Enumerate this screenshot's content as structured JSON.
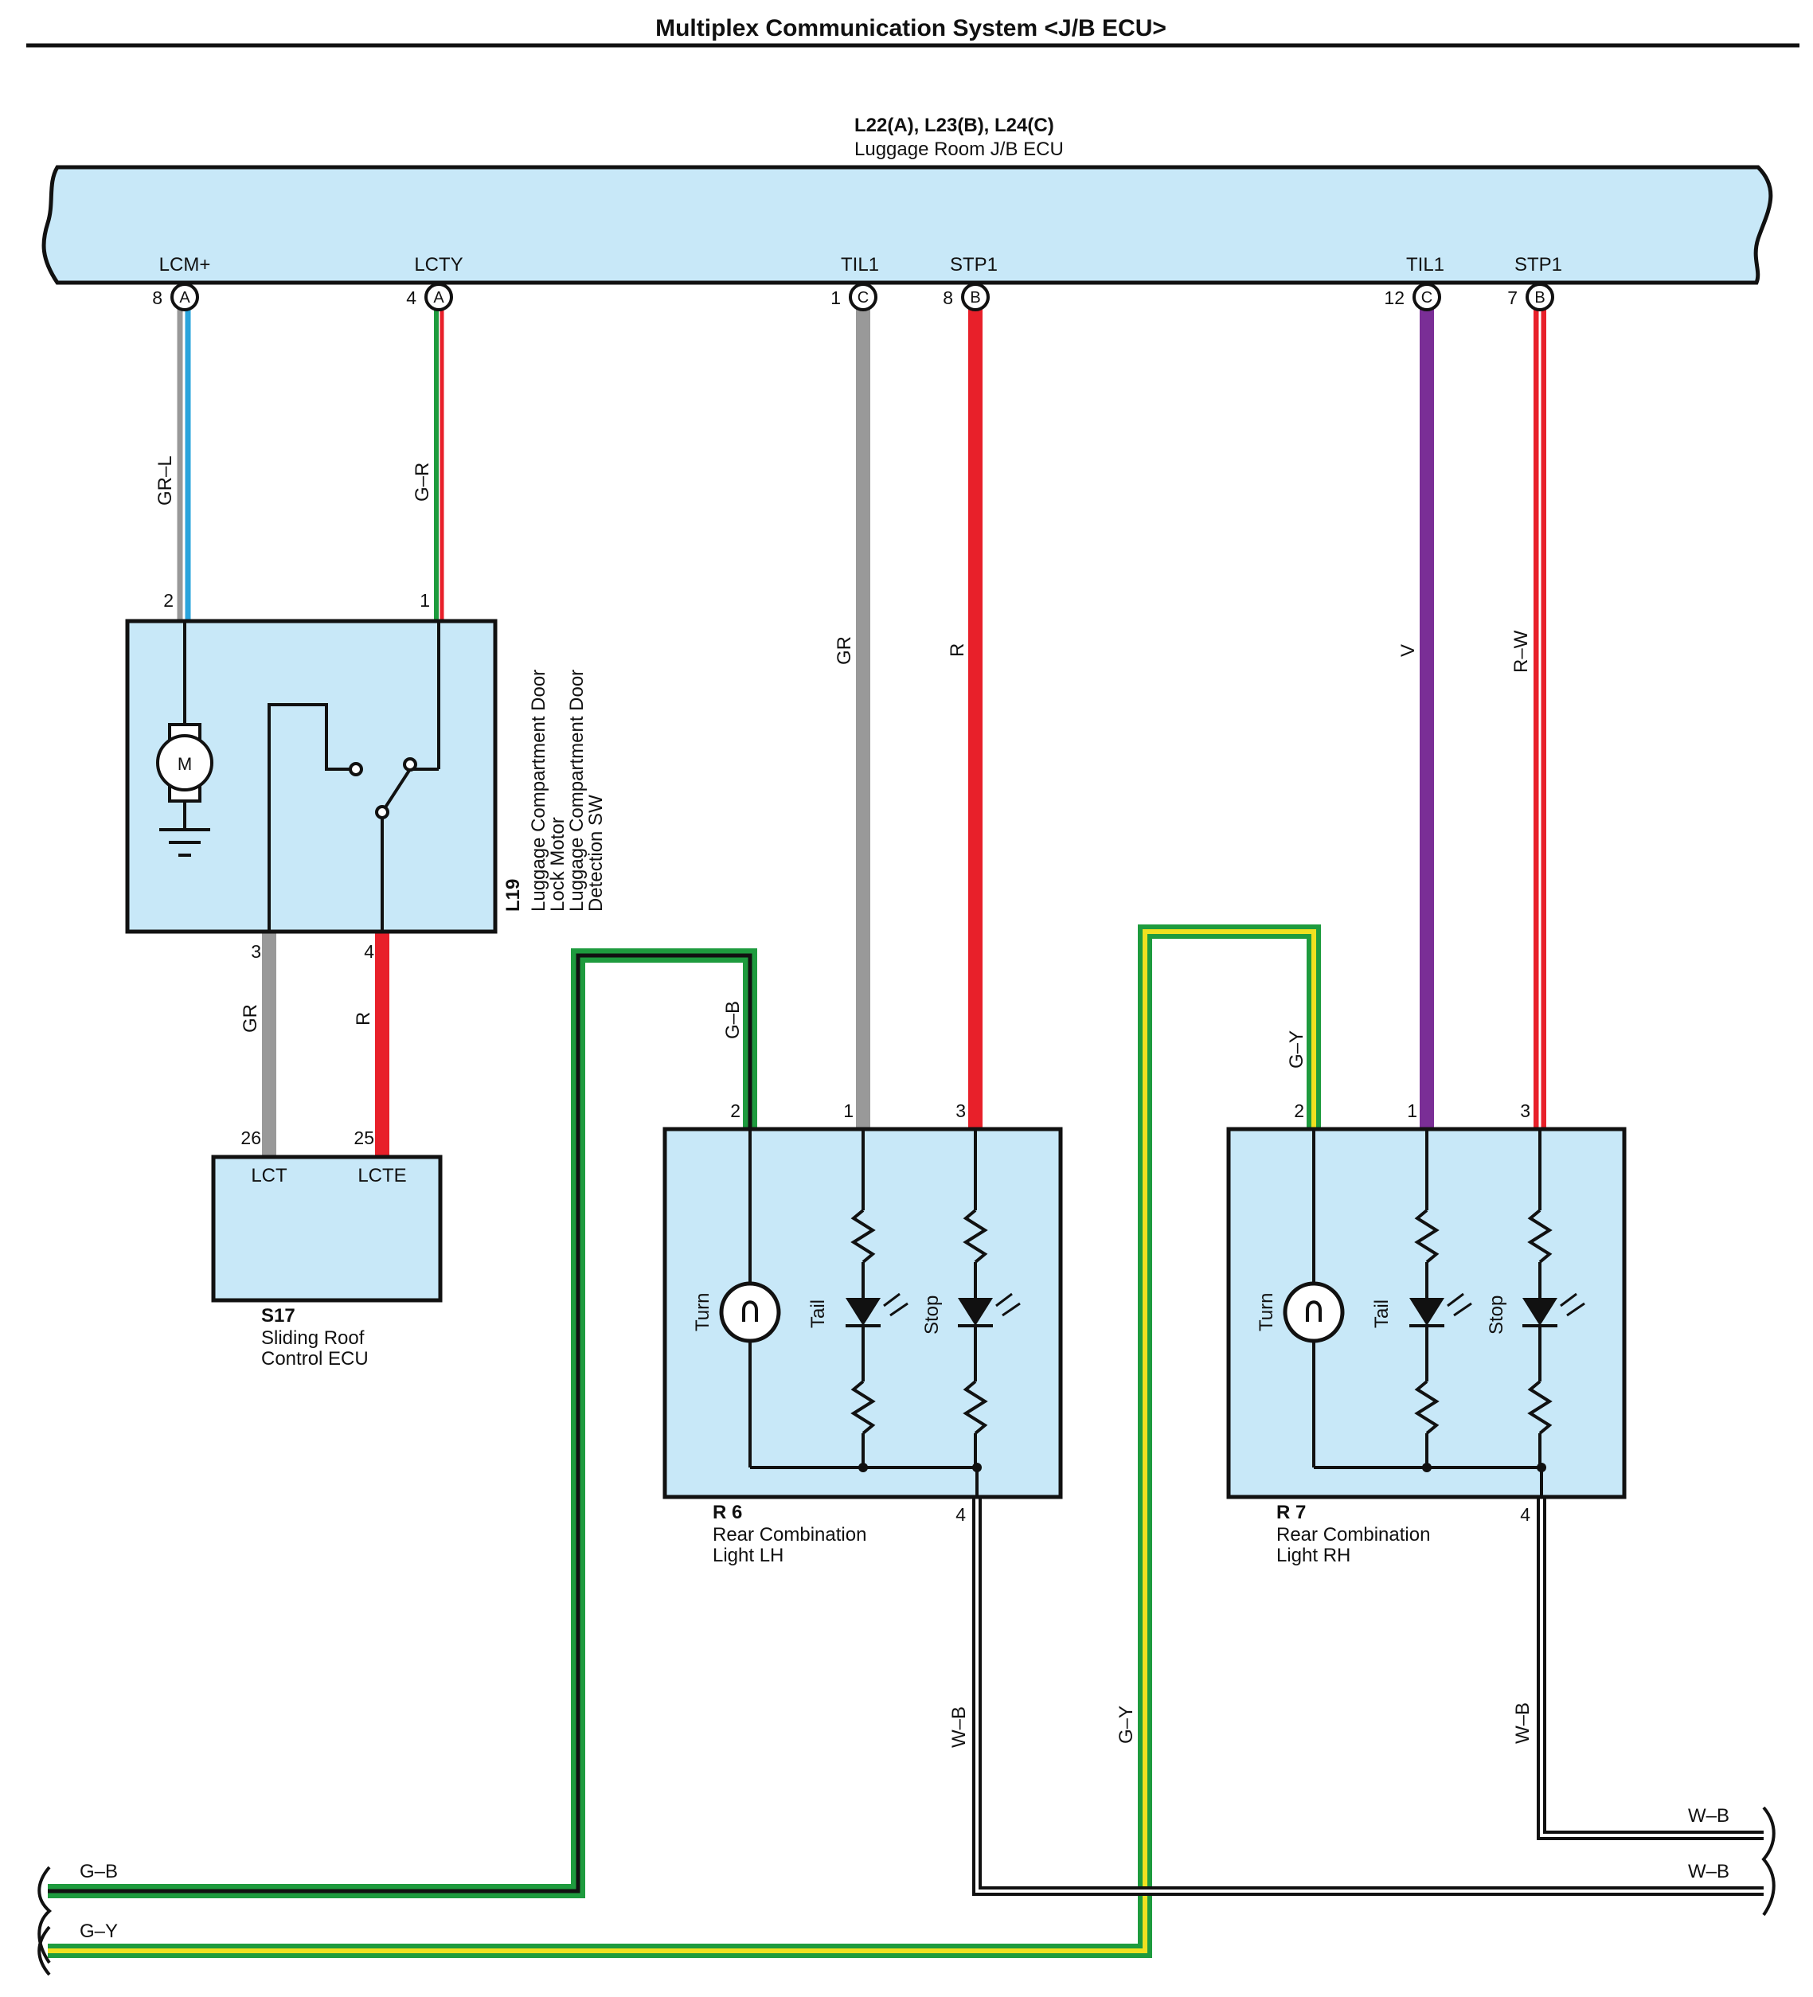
{
  "title": "Multiplex Communication System <J/B ECU>",
  "ecu": {
    "code": "L22(A), L23(B), L24(C)",
    "name": "Luggage Room J/B ECU",
    "terminals": [
      {
        "label": "LCM+",
        "pin": "8",
        "conn": "A"
      },
      {
        "label": "LCTY",
        "pin": "4",
        "conn": "A"
      },
      {
        "label": "TIL1",
        "pin": "1",
        "conn": "C"
      },
      {
        "label": "STP1",
        "pin": "8",
        "conn": "B"
      },
      {
        "label": "TIL1",
        "pin": "12",
        "conn": "C"
      },
      {
        "label": "STP1",
        "pin": "7",
        "conn": "B"
      }
    ]
  },
  "l19": {
    "code": "L19",
    "name_lines": [
      "Luggage Compartment Door",
      "Lock Motor",
      "Luggage Compartment Door",
      "Detection SW"
    ],
    "pins": [
      "2",
      "1",
      "3",
      "4"
    ],
    "motor_symbol": "M"
  },
  "s17": {
    "code": "S17",
    "name_lines": [
      "Sliding Roof",
      "Control ECU"
    ],
    "pins": [
      "26",
      "25"
    ],
    "terminals": [
      "LCT",
      "LCTE"
    ]
  },
  "r6": {
    "code": "R 6",
    "name_lines": [
      "Rear Combination",
      "Light LH"
    ],
    "pins": [
      "2",
      "1",
      "3",
      "4"
    ],
    "lamps": [
      "Turn",
      "Tail",
      "Stop"
    ]
  },
  "r7": {
    "code": "R 7",
    "name_lines": [
      "Rear Combination",
      "Light RH"
    ],
    "pins": [
      "2",
      "1",
      "3",
      "4"
    ],
    "lamps": [
      "Turn",
      "Tail",
      "Stop"
    ]
  },
  "wires": {
    "lcm": "GR–L",
    "lcty": "G–R",
    "til1_lh": "GR",
    "stp1_lh": "R",
    "til1_rh": "V",
    "stp1_rh": "R–W",
    "l19_3": "GR",
    "l19_4": "R",
    "r6_2": "G–B",
    "r7_2": "G–Y",
    "r6_4": "W–B",
    "r7_4": "W–B",
    "gy_vertical": "G–Y",
    "bottom_gb": "G–B",
    "bottom_gy": "G–Y",
    "right_wb1": "W–B",
    "right_wb2": "W–B"
  },
  "colors": {
    "ecu_fill": "#c8e8f8",
    "box_fill": "#c8e8f8",
    "gray": "#999999",
    "blue": "#2aa4dc",
    "green": "#1e9b3e",
    "red": "#e8202a",
    "violet": "#7a2e96",
    "yellow": "#f0e020",
    "black": "#111111"
  }
}
